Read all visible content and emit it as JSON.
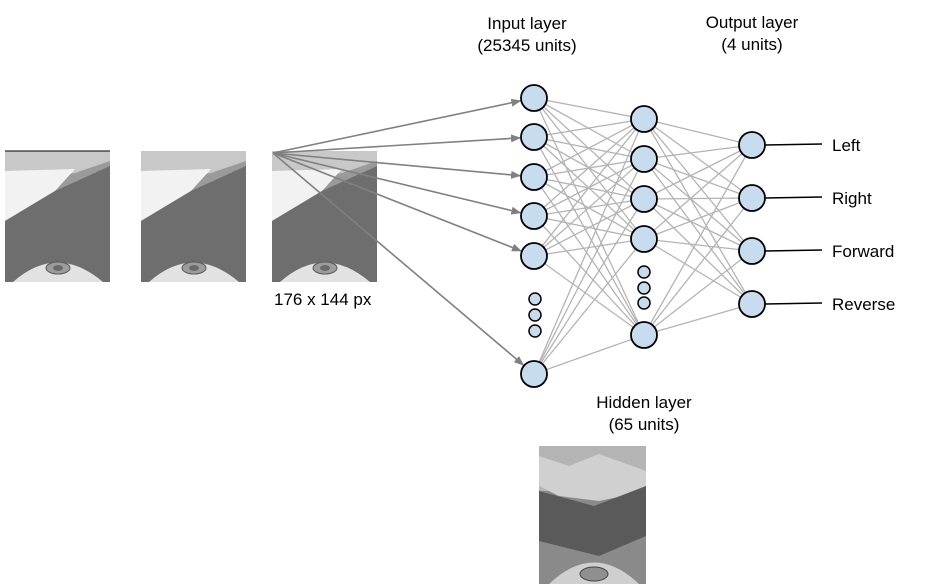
{
  "input_layer": {
    "title": "Input layer",
    "subtitle": "(25345 units)"
  },
  "output_layer": {
    "title": "Output layer",
    "subtitle": "(4 units)"
  },
  "hidden_layer": {
    "title": "Hidden layer",
    "subtitle": "(65 units)"
  },
  "image_size_label": "176 x 144 px",
  "outputs": [
    "Left",
    "Right",
    "Forward",
    "Reverse"
  ],
  "colors": {
    "node_fill": "#c8dcf0",
    "node_stroke": "#000000",
    "connection": "#b4b4b4",
    "arrow": "#808080",
    "output_line": "#000000"
  }
}
